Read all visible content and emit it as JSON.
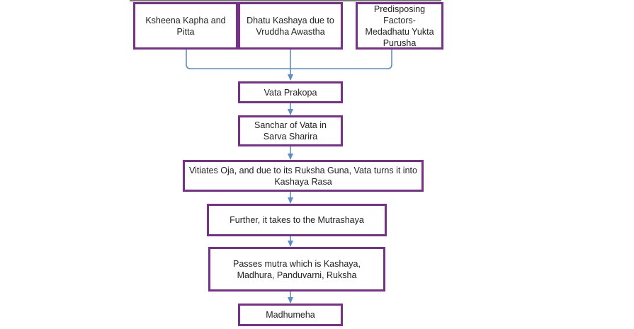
{
  "diagram": {
    "nodes": {
      "kapha_pitta": "Ksheena Kapha and Pitta",
      "dhatu_kashaya": "Dhatu Kashaya due to Vruddha Awastha",
      "predisposing": "Predisposing Factors-Medadhatu Yukta Purusha",
      "vata_prakopa": "Vata Prakopa",
      "sanchar": "Sanchar of Vata in Sarva Sharira",
      "vitiates_oja": "Vitiates Oja, and due to its Ruksha Guna, Vata turns it into Kashaya Rasa",
      "mutrashaya": "Further, it takes to the Mutrashaya",
      "passes_mutra": "Passes mutra which is Kashaya, Madhura, Panduvarni, Ruksha",
      "madhumeha": "Madhumeha"
    },
    "edges": [
      [
        "kapha_pitta",
        "vata_prakopa"
      ],
      [
        "dhatu_kashaya",
        "vata_prakopa"
      ],
      [
        "predisposing",
        "vata_prakopa"
      ],
      [
        "vata_prakopa",
        "sanchar"
      ],
      [
        "sanchar",
        "vitiates_oja"
      ],
      [
        "vitiates_oja",
        "mutrashaya"
      ],
      [
        "mutrashaya",
        "passes_mutra"
      ],
      [
        "passes_mutra",
        "madhumeha"
      ]
    ],
    "colors": {
      "box_border": "#7a2e8e",
      "connector": "#5b8fc9",
      "text": "#222222"
    }
  }
}
